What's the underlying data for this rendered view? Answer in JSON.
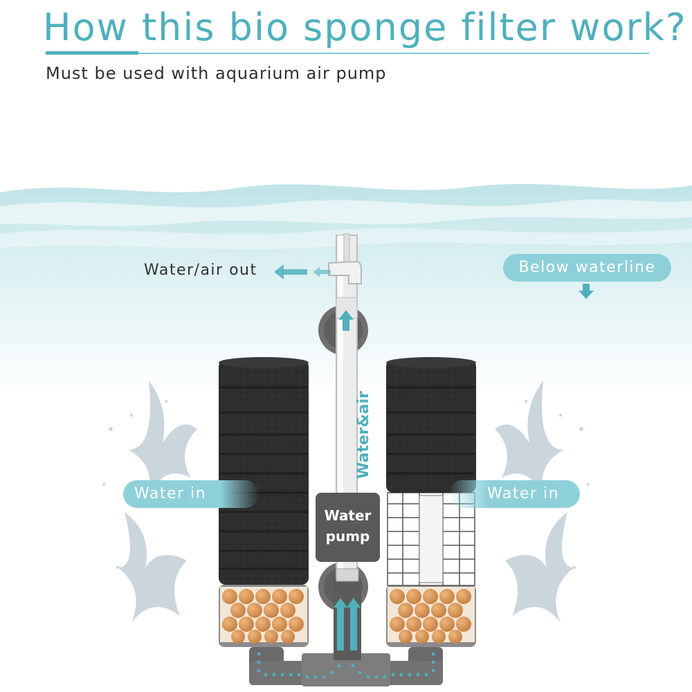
{
  "title": "How this bio sponge filter work?",
  "subtitle": "Must be used with aquarium air pump",
  "labels": {
    "water_air_out": "Water/air out",
    "below_waterline": "Below  waterline",
    "water_in_left": "Water in",
    "water_in_right": "Water in",
    "water_pump_line1": "Water",
    "water_pump_line2": "pump",
    "water_and_air": "Water&air"
  },
  "colors": {
    "accent": "#4fb0bc",
    "pill": "#8ed0da",
    "sponge": "#2e2e2e",
    "ceramic_balls": "#d29257",
    "pump_box": "#595959"
  }
}
